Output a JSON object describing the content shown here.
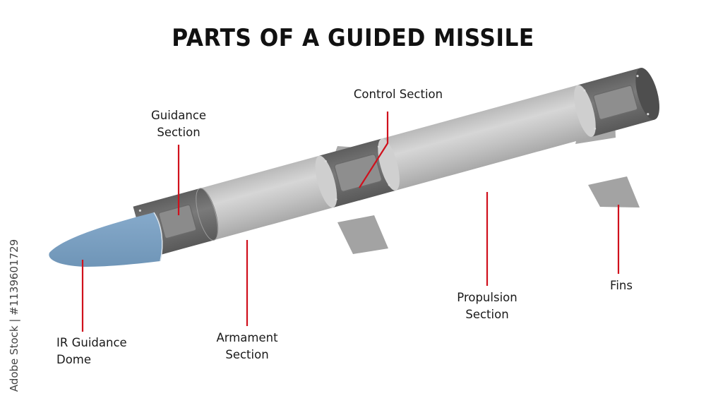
{
  "title": "PARTS OF A GUIDED MISSILE",
  "labels": {
    "guidance_section": [
      "Guidance",
      "Section"
    ],
    "control_section": "Control Section",
    "ir_guidance_dome": [
      "IR Guidance",
      "Dome"
    ],
    "armament_section": [
      "Armament",
      "Section"
    ],
    "propulsion_section": [
      "Propulsion",
      "Section"
    ],
    "fins": "Fins"
  },
  "watermark": "Adobe Stock | #1139601729",
  "colors": {
    "leader_line": "#d0101c",
    "dome": "#7ea3c4",
    "body_light": "#c8c8c8",
    "band_dark": "#6e6e6e",
    "fin": "#a3a3a3"
  }
}
